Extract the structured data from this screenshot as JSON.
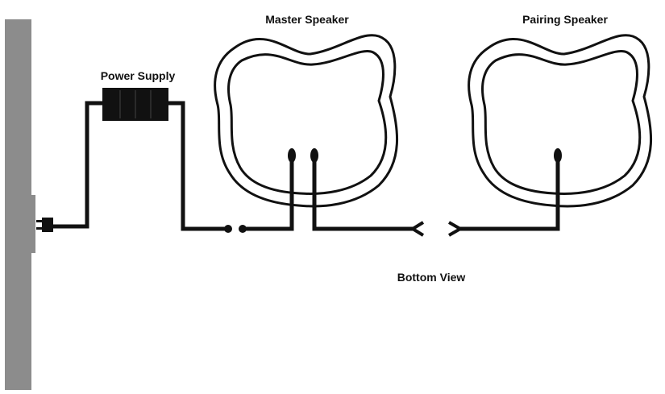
{
  "labels": {
    "power_supply": "Power Supply",
    "master_speaker": "Master Speaker",
    "pairing_speaker": "Pairing Speaker",
    "bottom_view": "Bottom View"
  },
  "colors": {
    "wall": "#8c8c8c",
    "ink": "#111111",
    "background": "#ffffff"
  }
}
